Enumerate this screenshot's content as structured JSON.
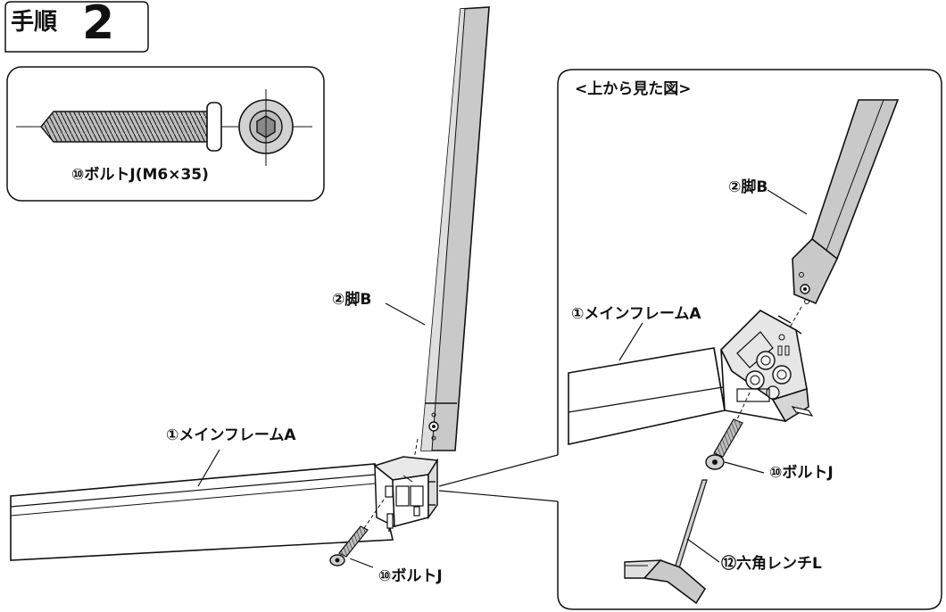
{
  "step": {
    "label": "手順",
    "number": "2"
  },
  "inset_bolt": {
    "caption": "⑩ボルトJ(M6×35)"
  },
  "inset_top": {
    "title": "<上から見た図>",
    "labels": {
      "leg_b": "②脚B",
      "main_frame_a": "①メインフレームA",
      "bolt_j": "⑩ボルトJ",
      "hex_wrench_l": "⑫六角レンチL"
    }
  },
  "main": {
    "labels": {
      "leg_b": "②脚B",
      "main_frame_a": "①メインフレームA",
      "bolt_j": "⑩ボルトJ"
    }
  },
  "colors": {
    "line": "#111111",
    "part_fill": "#cfcfcf",
    "part_fill_dark": "#b3b3b3",
    "frame_fill": "#ffffff"
  }
}
